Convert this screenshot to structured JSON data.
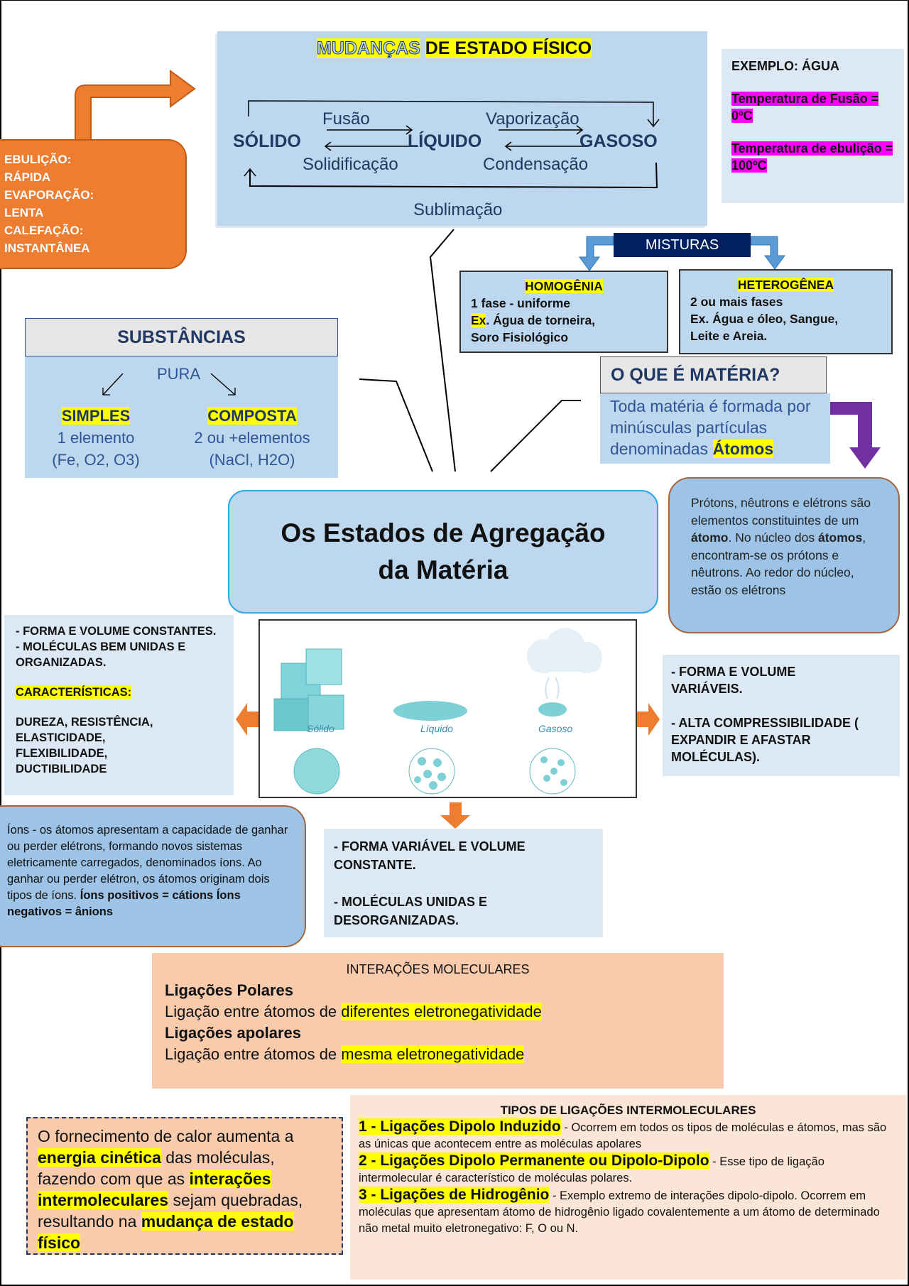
{
  "mudancas": {
    "title_part1": "MUDANÇAS",
    "title_part2": "DE ESTADO FÍSICO",
    "solido": "SÓLIDO",
    "liquido": "LÍQUIDO",
    "gasoso": "GASOSO",
    "fusao": "Fusão",
    "solidificacao": "Solidificação",
    "vaporizacao": "Vaporização",
    "condensacao": "Condensação",
    "sublimacao": "Sublimação"
  },
  "exemplo": {
    "title": "EXEMPLO: ÁGUA",
    "fusao": "Temperatura de Fusão = 0ºC",
    "ebulicao": "Temperatura de ebulição = 100ºC"
  },
  "vaporizacao_tipos": [
    "EBULIÇÃO:",
    "RÁPIDA",
    "EVAPORAÇÃO:",
    "LENTA",
    "CALEFAÇÃO:",
    "INSTANTÂNEA"
  ],
  "misturas": {
    "label": "MISTURAS",
    "homogenea": {
      "title": "HOMOGÊNIA",
      "line1": "1 fase - uniforme",
      "ex": "Ex",
      "line2": ". Água de torneira,",
      "line3": "Soro Fisiológico"
    },
    "heterogenea": {
      "title": "HETEROGÊNEA",
      "line1": "2 ou mais fases",
      "line2": "Ex. Água e óleo, Sangue,",
      "line3": "Leite e Areia."
    }
  },
  "substancias": {
    "title": "SUBSTÂNCIAS",
    "pura": "PURA",
    "simples": {
      "title": "SIMPLES",
      "line1": "1 elemento",
      "line2": "(Fe, O2, O3)"
    },
    "composta": {
      "title": "COMPOSTA",
      "line1": "2 ou +elementos",
      "line2": "(NaCl, H2O)"
    }
  },
  "materia": {
    "title": "O QUE É MATÉRIA?",
    "text": "Toda matéria é formada por minúsculas partículas denominadas",
    "highlight": "Átomos"
  },
  "protons": {
    "t1": "Prótons, nêutrons e elétrons são elementos constituintes de um ",
    "b1": "átomo",
    "t2": ". No núcleo dos ",
    "b2": "átomos",
    "t3": ", encontram-se os prótons e nêutrons. Ao redor do núcleo, estão os elétrons"
  },
  "main_title": "Os Estados de Agregação da Matéria",
  "image_labels": {
    "solido": "Sólido",
    "liquido": "Líquido",
    "gasoso": "Gasoso"
  },
  "solido_info": {
    "l1": "- FORMA E VOLUME CONSTANTES.",
    "l2": "- MOLÉCULAS BEM UNIDAS E ORGANIZADAS.",
    "caract": "CARACTERÍSTICAS:",
    "l3": "DUREZA, RESISTÊNCIA, ELASTICIDADE, FLEXIBILIDADE, DUCTIBILIDADE"
  },
  "gasoso_info": {
    "l1": "- FORMA E VOLUME VARIÁVEIS.",
    "l2": "- ALTA COMPRESSIBILIDADE ( EXPANDIR E AFASTAR MOLÉCULAS)."
  },
  "liquido_info": {
    "l1": "- FORMA VARIÁVEL E VOLUME CONSTANTE.",
    "l2": "- MOLÉCULAS UNIDAS E DESORGANIZADAS."
  },
  "ions": {
    "t1": "Íons - os átomos apresentam a capacidade de ganhar ou perder elétrons, formando novos sistemas eletricamente carregados, denominados íons. Ao ganhar ou perder elétron, os átomos originam dois tipos de íons. ",
    "b1": "Íons positivos = cátions Íons negativos = ânions"
  },
  "interacoes": {
    "title": "INTERAÇÕES MOLECULARES",
    "polares": "Ligações Polares",
    "polares_text": "Ligação entre átomos de ",
    "polares_hl": "diferentes eletronegatividade",
    "apolares": "Ligações apolares",
    "apolares_text": "Ligação entre átomos de ",
    "apolares_hl": "mesma eletronegatividade"
  },
  "calor": {
    "t1": "O fornecimento de calor aumenta a ",
    "h1": "energia cinética",
    "t2": " das moléculas, fazendo com que as ",
    "h2": "interações intermoleculares",
    "t3": " sejam quebradas, resultando na ",
    "h3": "mudança de estado físico"
  },
  "tipos": {
    "title": "TIPOS DE LIGAÇÕES INTERMOLECULARES",
    "items": [
      {
        "head": "1 - Ligações Dipolo Induzido",
        "text": " - Ocorrem em todos os tipos de moléculas e átomos, mas são as únicas que acontecem entre as moléculas apolares"
      },
      {
        "head": "2 - Ligações Dipolo Permanente ou Dipolo-Dipolo",
        "text": " - Esse tipo de ligação intermolecular é característico de moléculas polares."
      },
      {
        "head": "3 - Ligações de Hidrogênio",
        "text": " - Exemplo extremo de interações dipolo-dipolo. Ocorrem em moléculas que apresentam átomo de hidrogênio ligado covalentemente a um átomo de determinado não metal muito eletronegativo: F, O ou N."
      }
    ]
  },
  "colors": {
    "orange": "#ed7d31",
    "light_blue": "#bdd7ee",
    "navy": "#002060",
    "purple": "#7030a0",
    "highlight": "#ffff00",
    "magenta": "#ff00ff"
  }
}
